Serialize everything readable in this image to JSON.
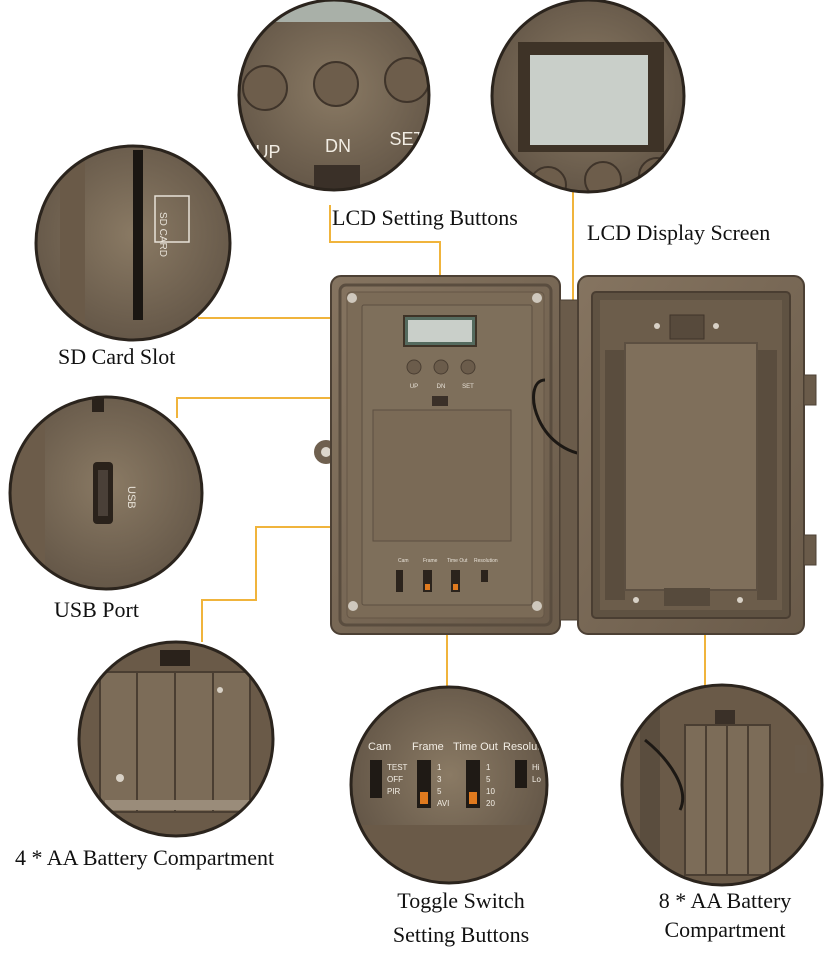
{
  "callouts": {
    "lcd_buttons": "LCD Setting Buttons",
    "lcd_screen": "LCD Display Screen",
    "sd_slot": "SD Card Slot",
    "usb_port": "USB Port",
    "battery_4aa": "4 * AA Battery Compartment",
    "toggle_line1": "Toggle Switch",
    "toggle_line2": "Setting Buttons",
    "battery_8aa_line1": "8 * AA Battery",
    "battery_8aa_line2": "Compartment"
  },
  "buttons": {
    "up": "UP",
    "dn": "DN",
    "set": "SET"
  },
  "sd_mark": "SD CARD",
  "usb_mark": "USB",
  "switch_panel": {
    "cam": "Cam",
    "frame": "Frame",
    "timeout": "Time Out",
    "resolution": "Resolutio",
    "cam_opts": [
      "TEST",
      "OFF",
      "PIR"
    ],
    "frame_opts": [
      "1",
      "3",
      "5",
      "AVI"
    ],
    "timeout_opts": [
      "1",
      "5",
      "10",
      "20"
    ],
    "res_opts": [
      "Hi",
      "Lo"
    ]
  },
  "small_panel": {
    "cam": "Cam",
    "frame": "Frame",
    "timeout": "Time Out",
    "resolution": "Resolution"
  },
  "colors": {
    "leader": "#f0b43c",
    "housing": "#7a6a55",
    "housing_dark": "#54473a",
    "lcd": "#c9cfc9"
  }
}
